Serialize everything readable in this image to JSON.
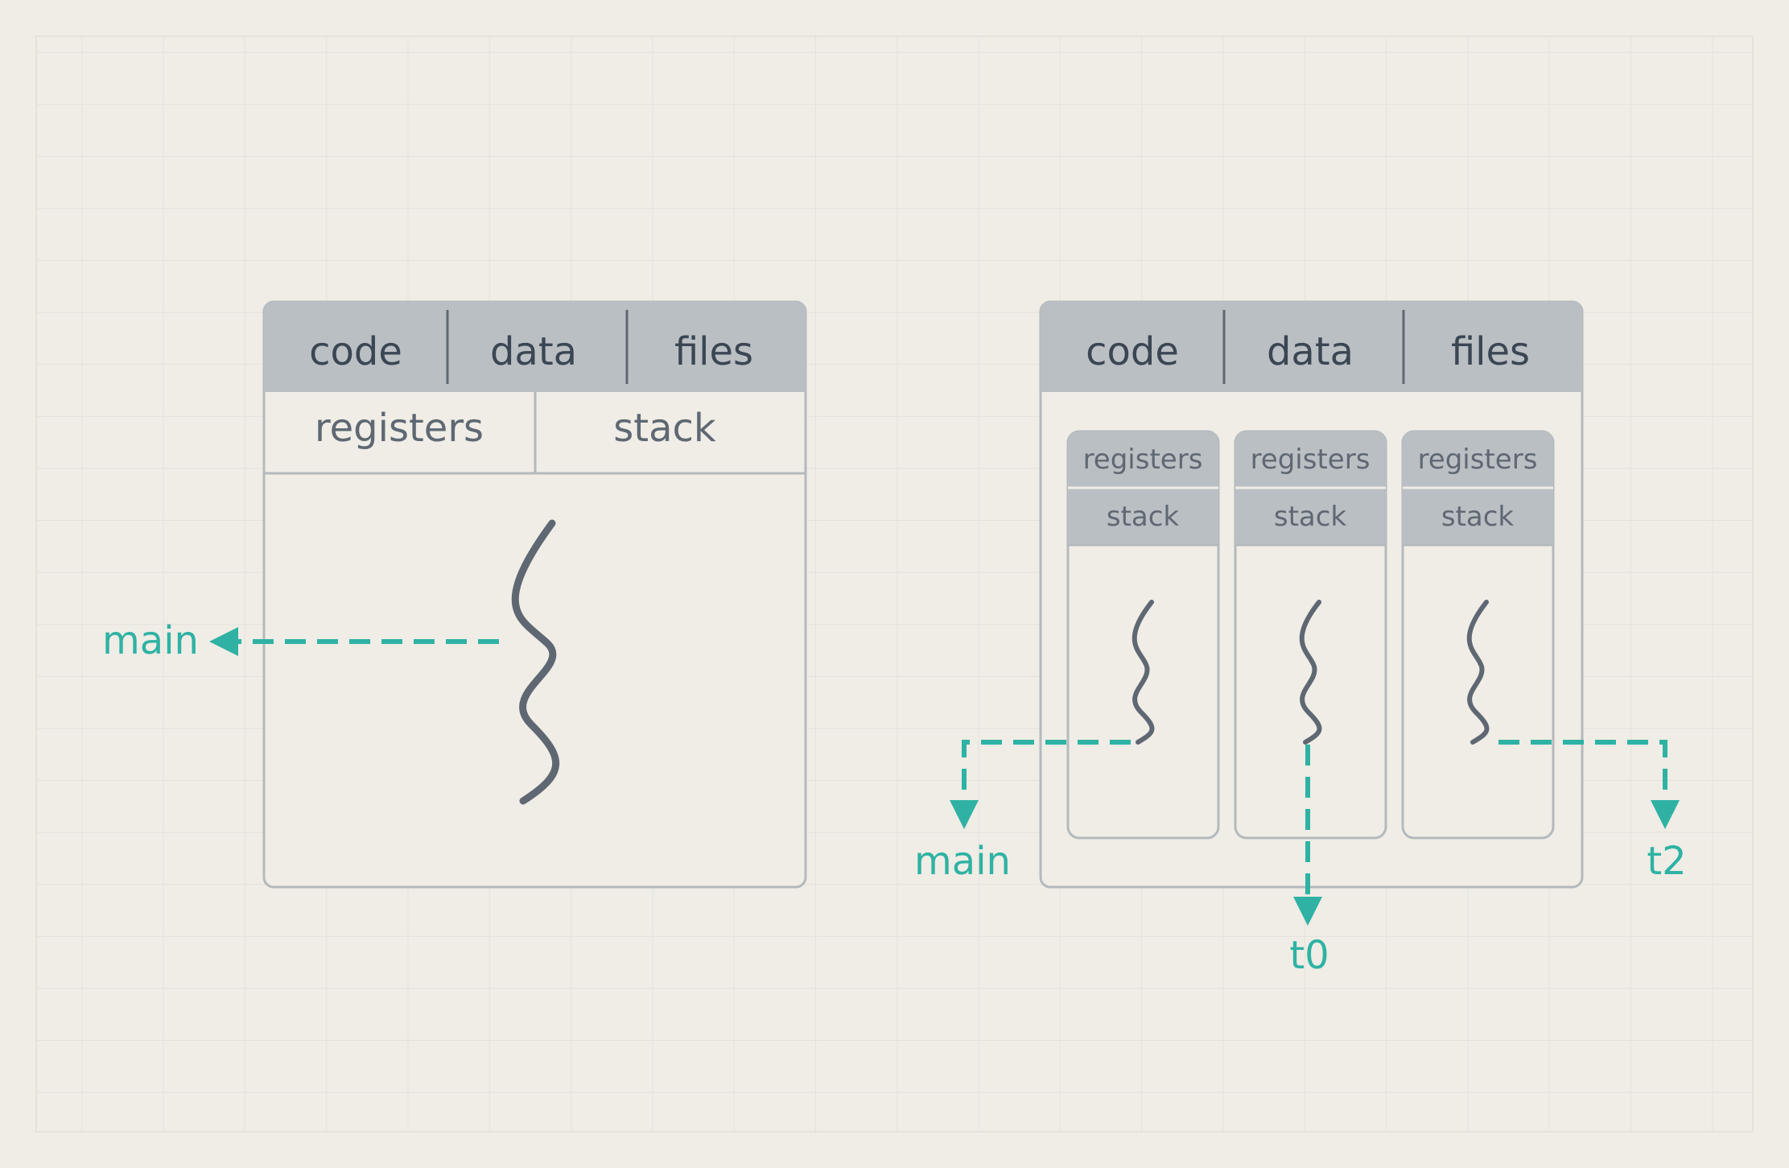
{
  "colors": {
    "background": "#efede6",
    "grid": "#e6e4dd",
    "header_fill": "#babfc4",
    "box_stroke": "#b4b9bd",
    "text_dark": "#3b4653",
    "text_mid": "#5f6872",
    "thread": "#5f6872",
    "accent": "#2fb2a3"
  },
  "single": {
    "header": [
      "code",
      "data",
      "files"
    ],
    "row": [
      "registers",
      "stack"
    ],
    "thread_label": "main"
  },
  "multi": {
    "header": [
      "code",
      "data",
      "files"
    ],
    "threads": [
      {
        "registers": "registers",
        "stack": "stack",
        "label": "main"
      },
      {
        "registers": "registers",
        "stack": "stack",
        "label": "t0"
      },
      {
        "registers": "registers",
        "stack": "stack",
        "label": "t2"
      }
    ]
  }
}
